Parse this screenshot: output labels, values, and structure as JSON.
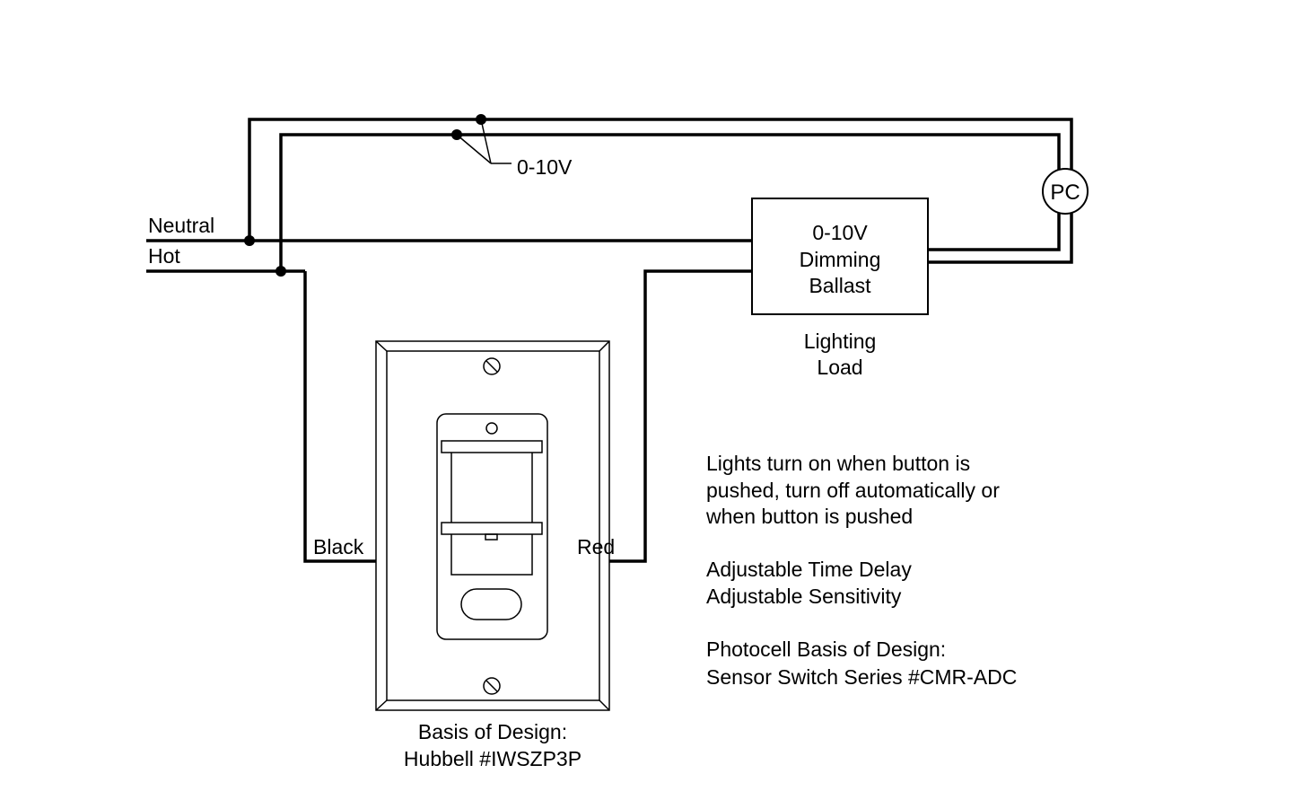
{
  "labels": {
    "neutral": "Neutral",
    "hot": "Hot",
    "control_signal": "0-10V",
    "photocell": "PC",
    "ballast_line1": "0-10V",
    "ballast_line2": "Dimming",
    "ballast_line3": "Ballast",
    "load_line1": "Lighting",
    "load_line2": "Load",
    "black_wire": "Black",
    "red_wire": "Red"
  },
  "notes": {
    "operation_line1": "Lights turn on when button is",
    "operation_line2": "pushed, turn off automatically or",
    "operation_line3": "when button is pushed",
    "feature_line1": "Adjustable Time Delay",
    "feature_line2": "Adjustable Sensitivity",
    "photocell_line1": "Photocell Basis of Design:",
    "photocell_line2": "Sensor Switch Series #CMR-ADC"
  },
  "switch_basis": {
    "line1": "Basis of Design:",
    "line2": "Hubbell #IWSZP3P"
  },
  "colors": {
    "ink": "#000000",
    "background": "#ffffff"
  }
}
